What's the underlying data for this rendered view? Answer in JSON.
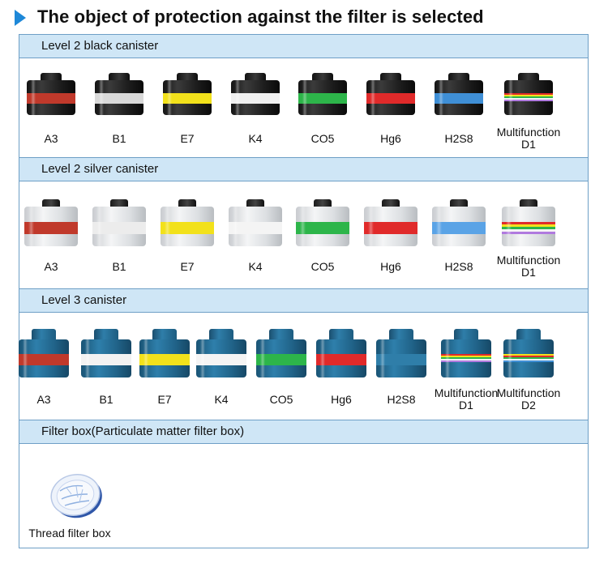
{
  "title": "The object of protection against the filter is selected",
  "colors": {
    "accent": "#1e88d8",
    "header_bg": "#cfe6f6",
    "border": "#6e9fc6"
  },
  "sections": [
    {
      "header": "Level 2 black canister",
      "style": "black",
      "items": [
        {
          "label": "A3",
          "band_color": "#c0392b"
        },
        {
          "label": "B1",
          "band_color": "#d9d9d9"
        },
        {
          "label": "E7",
          "band_color": "#f2e11b"
        },
        {
          "label": "K4",
          "band_color": "#f0f0f0"
        },
        {
          "label": "CO5",
          "band_color": "#2db54a"
        },
        {
          "label": "Hg6",
          "band_color": "#e02a2a"
        },
        {
          "label": "H2S8",
          "band_color": "#3f8fd6"
        },
        {
          "label": "Multifunction",
          "label2": "D1",
          "band_color": "multi"
        }
      ]
    },
    {
      "header": "Level 2 silver canister",
      "style": "silver",
      "items": [
        {
          "label": "A3",
          "band_color": "#c0392b"
        },
        {
          "label": "B1",
          "band_color": "#ececec"
        },
        {
          "label": "E7",
          "band_color": "#f2e11b"
        },
        {
          "label": "K4",
          "band_color": "#f4f4f4"
        },
        {
          "label": "CO5",
          "band_color": "#2db54a"
        },
        {
          "label": "Hg6",
          "band_color": "#e02a2a"
        },
        {
          "label": "H2S8",
          "band_color": "#5aa3e6"
        },
        {
          "label": "Multifunction",
          "label2": "D1",
          "band_color": "multi"
        }
      ]
    },
    {
      "header": "Level 3 canister",
      "style": "blue",
      "items": [
        {
          "label": "A3",
          "band_color": "#c0392b"
        },
        {
          "label": "B1",
          "band_color": "#f2f2f2"
        },
        {
          "label": "E7",
          "band_color": "#f2e11b"
        },
        {
          "label": "K4",
          "band_color": "#f4f4f4"
        },
        {
          "label": "CO5",
          "band_color": "#2db54a"
        },
        {
          "label": "Hg6",
          "band_color": "#e02a2a"
        },
        {
          "label": "H2S8",
          "band_color": "#2f7ea9"
        },
        {
          "label": "Multifunction",
          "label2": "D1",
          "band_color": "multi"
        },
        {
          "label": "Multifunction",
          "label2": "D2",
          "band_color": "multi2"
        }
      ]
    },
    {
      "header": "Filter box(Particulate matter filter box)",
      "style": "filter",
      "items": [
        {
          "label": "Thread filter box"
        }
      ]
    }
  ]
}
